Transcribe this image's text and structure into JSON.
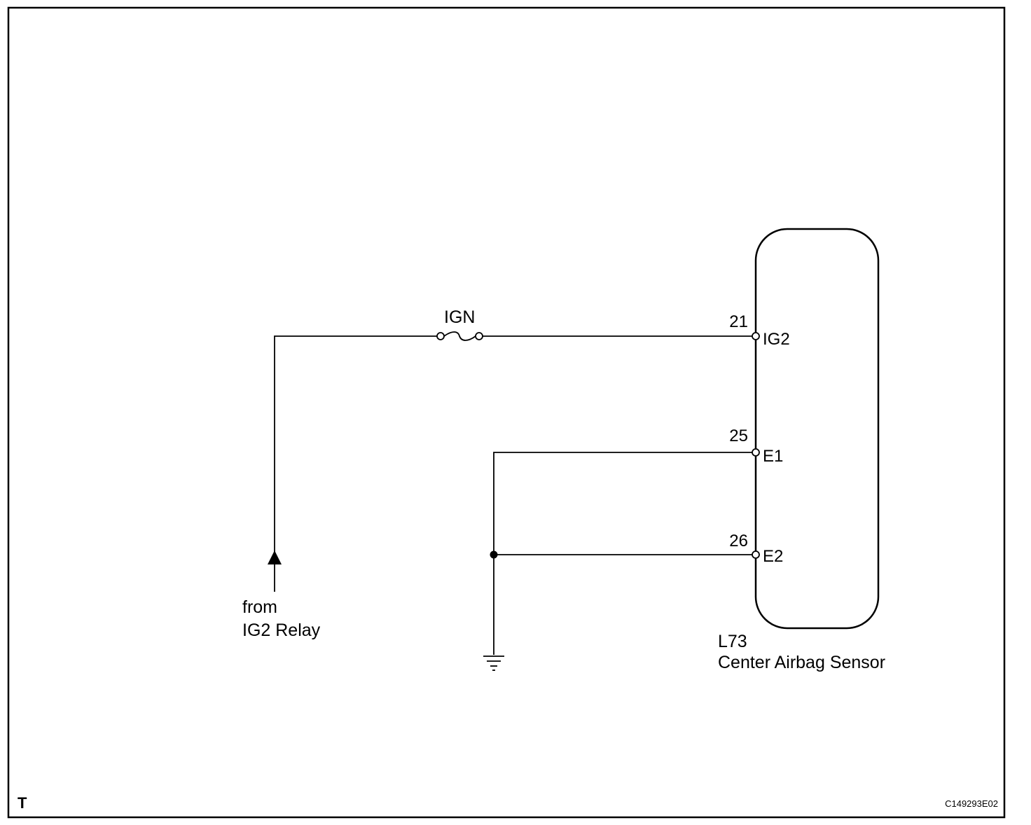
{
  "diagram": {
    "source": {
      "line1": "from",
      "line2": "IG2 Relay"
    },
    "fuse": {
      "label": "IGN"
    },
    "component": {
      "code": "L73",
      "name": "Center Airbag Sensor"
    },
    "pins": [
      {
        "number": "21",
        "name": "IG2"
      },
      {
        "number": "25",
        "name": "E1"
      },
      {
        "number": "26",
        "name": "E2"
      }
    ],
    "corner_mark": "T",
    "figure_id": "C149293E02"
  },
  "colors": {
    "line": "#000000",
    "background": "#ffffff"
  }
}
